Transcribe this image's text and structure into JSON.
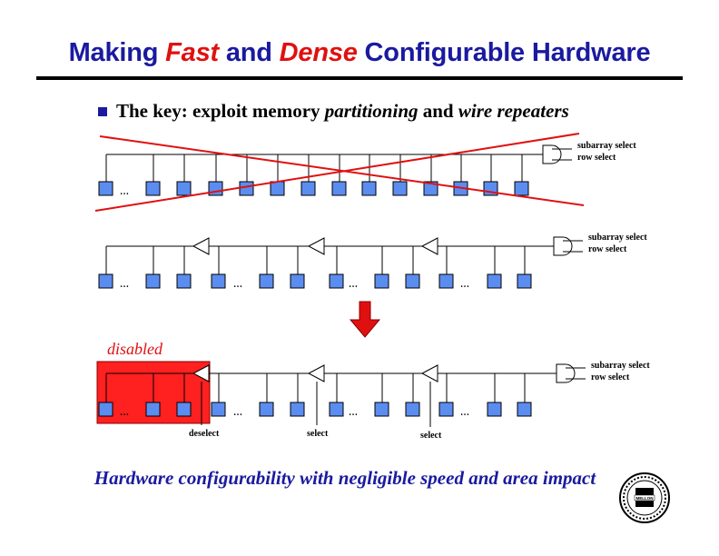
{
  "title": {
    "prefix": "Making ",
    "emphasis1": "Fast",
    "middle": " and ",
    "emphasis2": "Dense",
    "suffix": " Configurable Hardware"
  },
  "bullet": {
    "prefix": "The key: exploit memory ",
    "italic1": "partitioning",
    "middle": " and ",
    "italic2": "wire repeaters"
  },
  "diagram": {
    "subarray_select": "subarray select",
    "row_select": "row select",
    "ellipsis": "…",
    "disabled": "disabled",
    "deselect": "deselect",
    "select": "select"
  },
  "footer": "Hardware configurability with negligible speed and area impact",
  "logo": {
    "icon": "university-seal-icon",
    "text": "MELLON"
  },
  "colors": {
    "title": "#1a1aa0",
    "accent": "#e01010",
    "cell": "#5b8df0"
  }
}
